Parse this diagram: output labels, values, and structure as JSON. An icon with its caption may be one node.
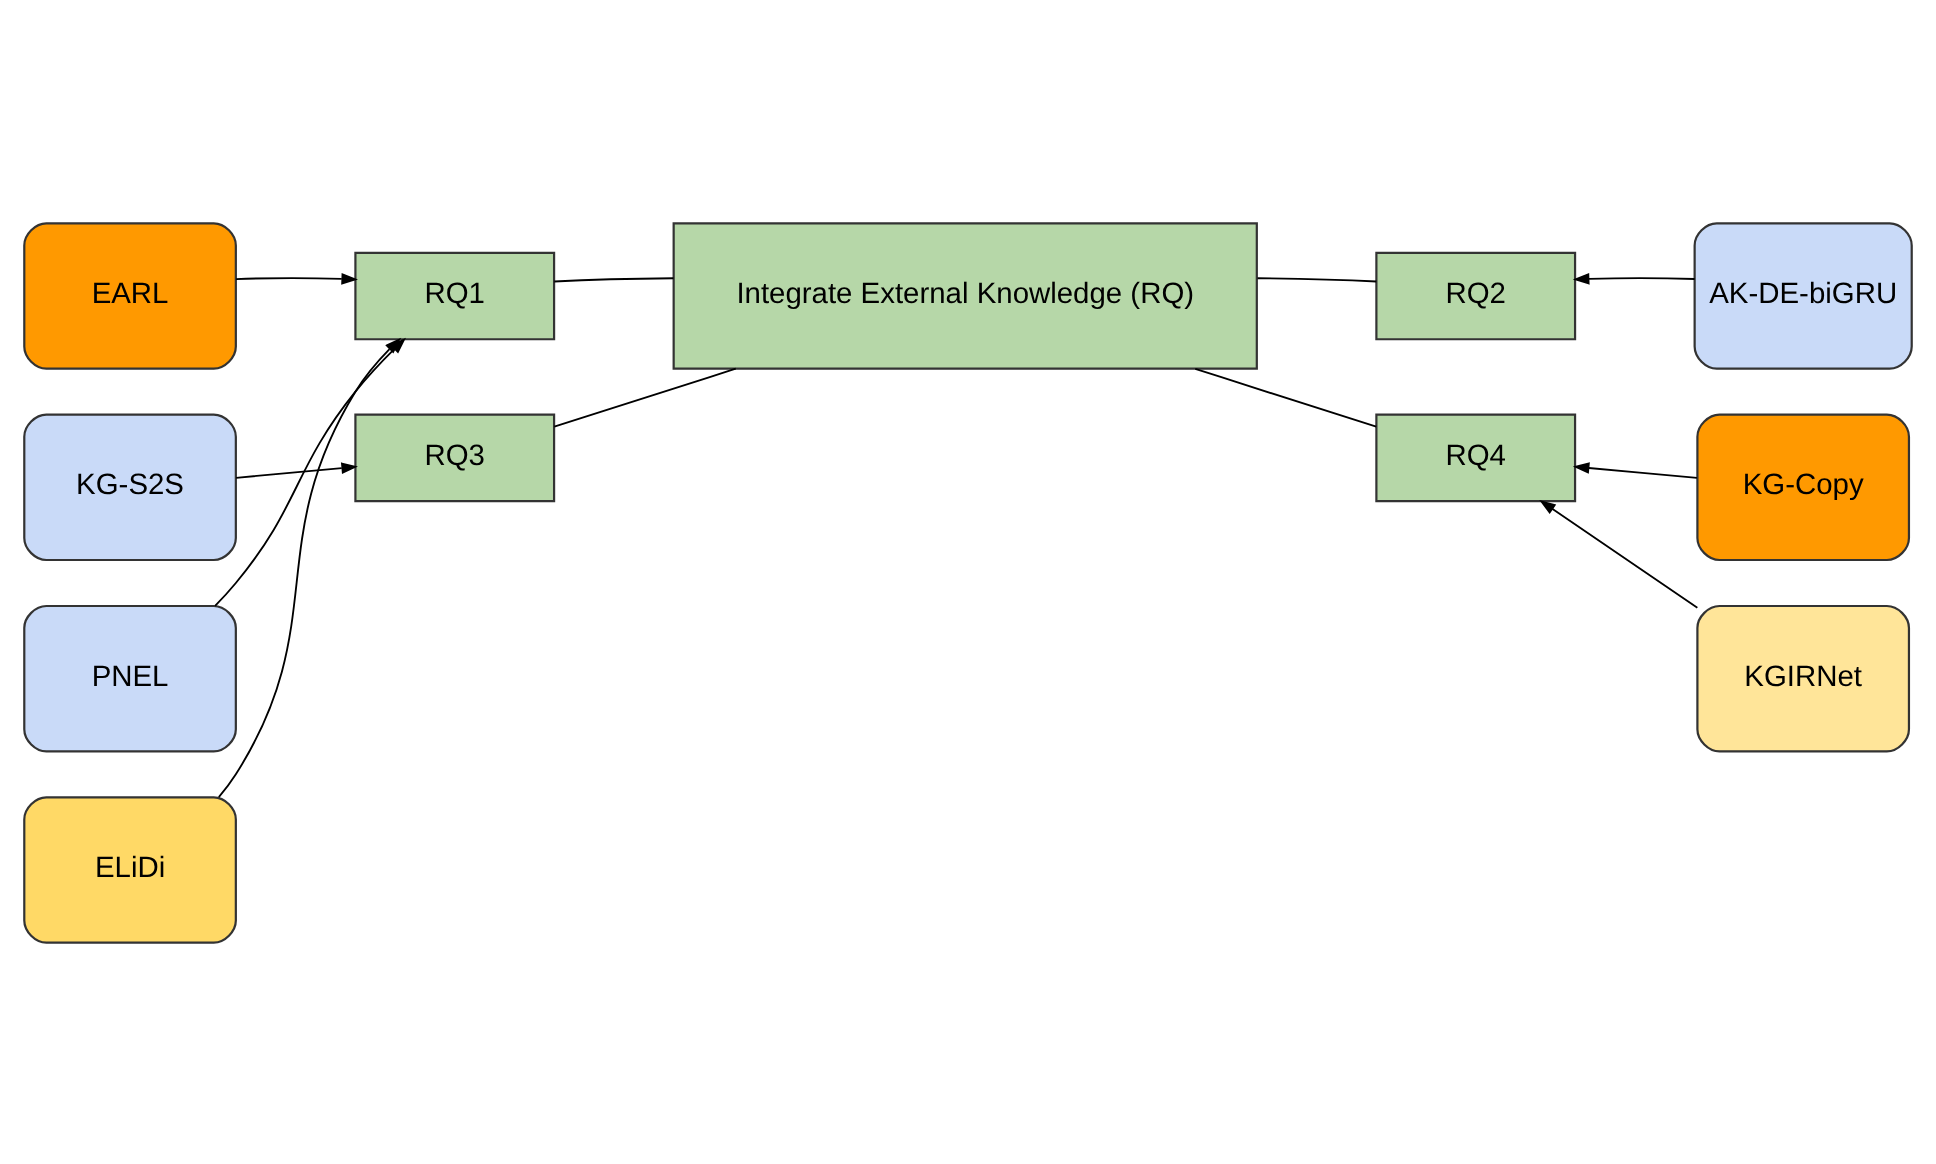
{
  "diagram": {
    "nodes": [
      {
        "text": [
          "EARL"
        ]
      },
      {
        "text": [
          "PNEL"
        ]
      },
      {
        "text": [
          "ELiDi"
        ]
      },
      {
        "text": [
          "RQ1"
        ]
      },
      {
        "text": [
          "RQ2"
        ]
      },
      {
        "text": [
          "AK-DE-biGRU"
        ]
      },
      {
        "text": [
          "Integrate External Knowledge (RQ)"
        ]
      },
      {
        "text": [
          "KG-S2S"
        ]
      },
      {
        "text": [
          "RQ3"
        ]
      },
      {
        "text": [
          "RQ4"
        ]
      },
      {
        "text": [
          "KG-Copy"
        ]
      },
      {
        "text": [
          "KGIRNet"
        ]
      }
    ],
    "edges": [
      {
        "from": 0,
        "to": 3,
        "arrow": "to"
      },
      {
        "from": 1,
        "to": 3,
        "arrow": "to"
      },
      {
        "from": 2,
        "to": 3,
        "arrow": "to"
      },
      {
        "from": 5,
        "to": 4,
        "arrow": "to"
      },
      {
        "from": 6,
        "to": 3,
        "arrow": "none"
      },
      {
        "from": 6,
        "to": 4,
        "arrow": "none"
      },
      {
        "from": 6,
        "to": 8,
        "arrow": "none"
      },
      {
        "from": 6,
        "to": 9,
        "arrow": "none"
      },
      {
        "from": 7,
        "to": 8,
        "arrow": "to"
      },
      {
        "from": 10,
        "to": 9,
        "arrow": "to"
      },
      {
        "from": 11,
        "to": 9,
        "arrow": "to"
      }
    ]
  }
}
